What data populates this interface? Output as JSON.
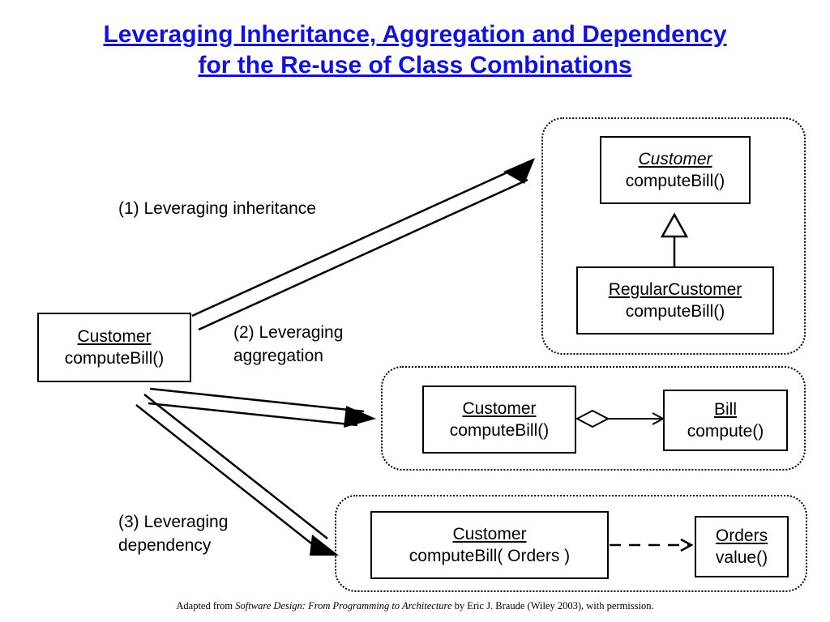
{
  "title": {
    "line1": "Leveraging Inheritance, Aggregation and Dependency",
    "line2": "for the Re-use of Class Combinations",
    "color": "#1414cc"
  },
  "source_class": {
    "name": "Customer",
    "operation": "computeBill()"
  },
  "captions": {
    "inheritance": "(1) Leveraging inheritance",
    "aggregation": "(2) Leveraging\naggregation",
    "dependency": "(3) Leveraging\ndependency"
  },
  "groups": [
    {
      "id": "inheritance-group",
      "classes": [
        {
          "name": "Customer",
          "operation": "computeBill()",
          "italic": true
        },
        {
          "name": "RegularCustomer",
          "operation": "computeBill()",
          "italic": false
        }
      ],
      "relation": "generalization"
    },
    {
      "id": "aggregation-group",
      "classes": [
        {
          "name": "Customer",
          "operation": "computeBill()",
          "italic": false
        },
        {
          "name": "Bill",
          "operation": "compute()",
          "italic": false
        }
      ],
      "relation": "aggregation"
    },
    {
      "id": "dependency-group",
      "classes": [
        {
          "name": "Customer",
          "operation": "computeBill( Orders )",
          "italic": false
        },
        {
          "name": "Orders",
          "operation": "value()",
          "italic": false
        }
      ],
      "relation": "dependency"
    }
  ],
  "footnote": {
    "prefix": "Adapted from ",
    "italic": "Software Design: From Programming to Architecture",
    "suffix": " by Eric J. Braude (Wiley 2003), with permission."
  }
}
